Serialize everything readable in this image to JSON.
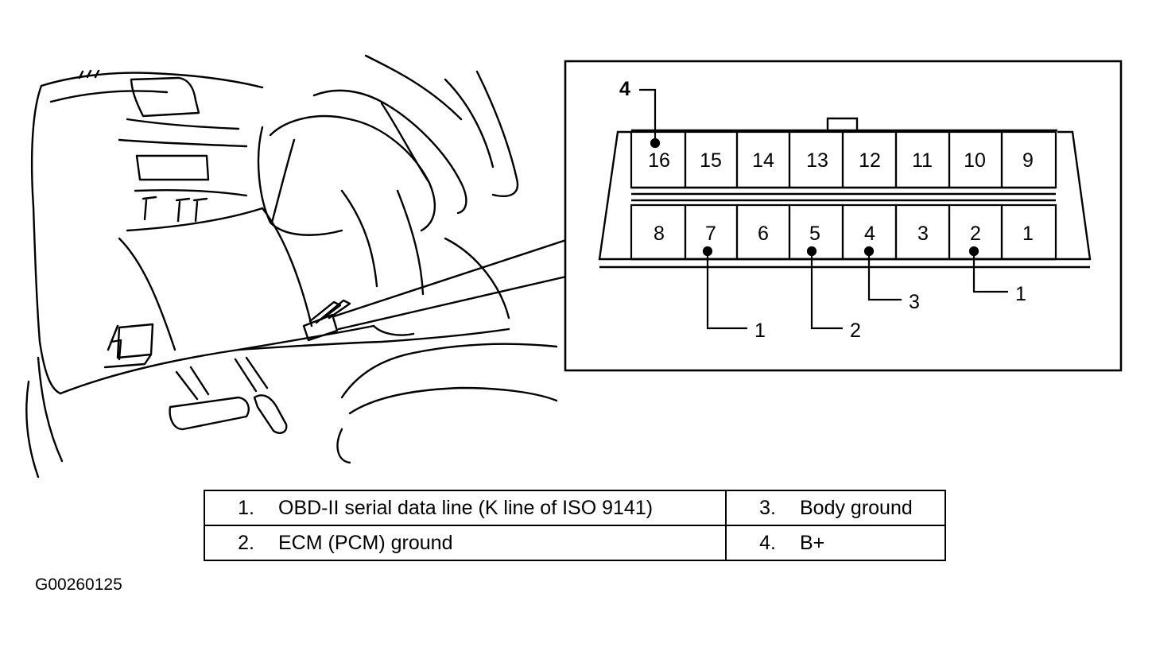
{
  "connector": {
    "top_row_pins": [
      "16",
      "15",
      "14",
      "13",
      "12",
      "11",
      "10",
      "9"
    ],
    "bottom_row_pins": [
      "8",
      "7",
      "6",
      "5",
      "4",
      "3",
      "2",
      "1"
    ],
    "callouts": {
      "pin16": "4",
      "pin7": "1",
      "pin5": "2",
      "pin4": "3",
      "pin2": "1"
    }
  },
  "legend": {
    "rows": [
      {
        "left_num": "1.",
        "left_text": "OBD-II serial data line (K line of ISO 9141)",
        "right_num": "3.",
        "right_text": "Body ground"
      },
      {
        "left_num": "2.",
        "left_text": "ECM (PCM) ground",
        "right_num": "4.",
        "right_text": "B+"
      }
    ]
  },
  "figure_id": "G00260125"
}
